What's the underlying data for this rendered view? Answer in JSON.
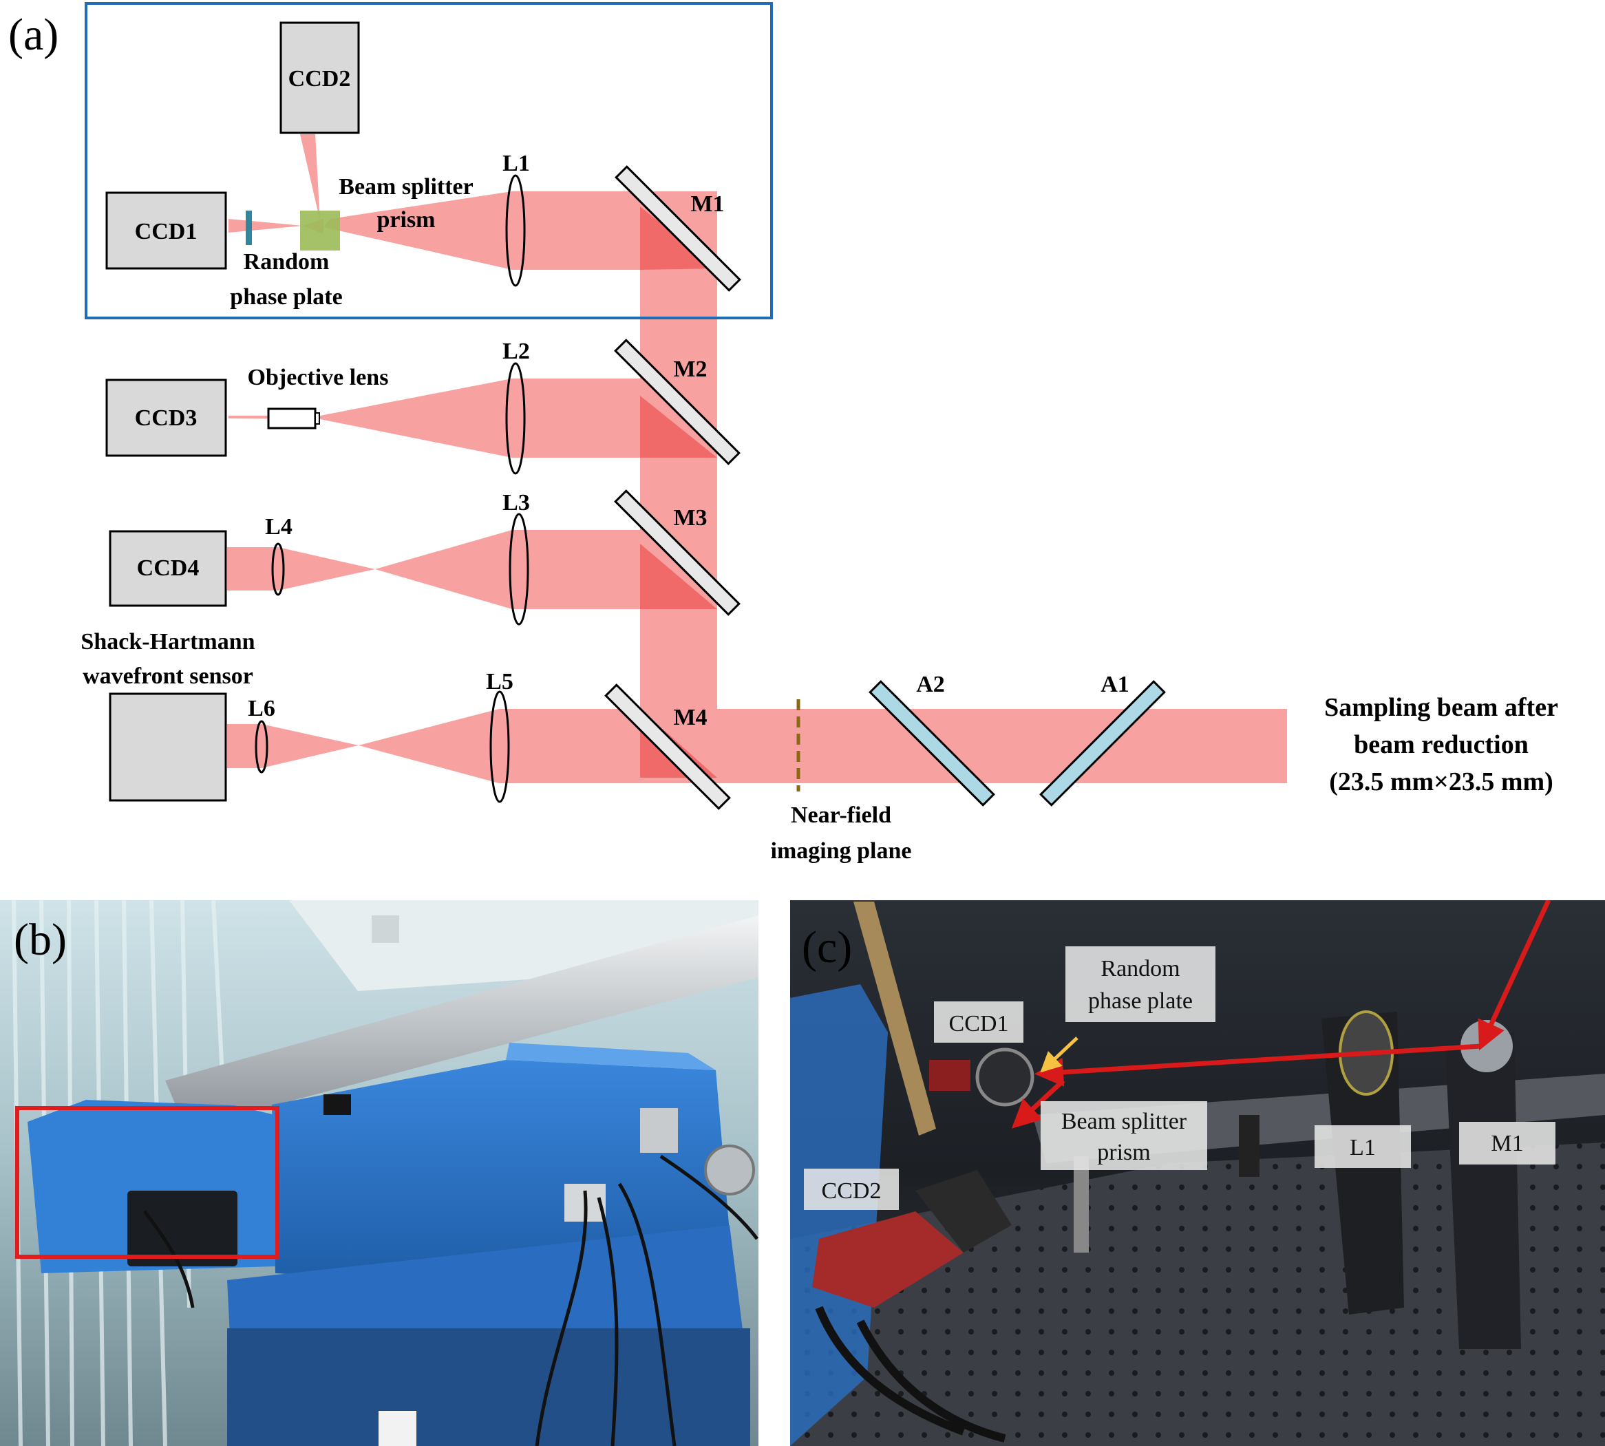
{
  "panel_a": {
    "panel_label": "(a)",
    "devices": {
      "ccd1": "CCD1",
      "ccd2": "CCD2",
      "ccd3": "CCD3",
      "ccd4": "CCD4"
    },
    "labels": {
      "beam_splitter_line1": "Beam splitter",
      "beam_splitter_line2": "prism",
      "random_phase_line1": "Random",
      "random_phase_line2": "phase plate",
      "objective_lens": "Objective lens",
      "shack_line1": "Shack-Hartmann",
      "shack_line2": "wavefront sensor",
      "near_field_line1": "Near-field",
      "near_field_line2": "imaging plane",
      "sampling_line1": "Sampling beam after",
      "sampling_line2": "beam reduction",
      "sampling_line3": "(23.5 mm×23.5 mm)"
    },
    "lenses": {
      "L1": "L1",
      "L2": "L2",
      "L3": "L3",
      "L4": "L4",
      "L5": "L5",
      "L6": "L6"
    },
    "mirrors": {
      "M1": "M1",
      "M2": "M2",
      "M3": "M3",
      "M4": "M4"
    },
    "apertures": {
      "A1": "A1",
      "A2": "A2"
    },
    "colors": {
      "beam": "#f7a1a1",
      "beam_overlap": "#f06a6a",
      "device_fill": "#d9d9d9",
      "frame": "#1f6cb5",
      "aperture_fill": "#add8e6",
      "prism_fill": "#9bbb59",
      "phase_plate": "#31859c",
      "near_field_line": "#8b6914"
    }
  },
  "panel_b": {
    "panel_label": "(b)",
    "colors": {
      "enclosure": "#2f73c8",
      "highlight_box": "#e21c1c"
    }
  },
  "panel_c": {
    "panel_label": "(c)",
    "labels": {
      "random_line1": "Random",
      "random_line2": "phase plate",
      "ccd1": "CCD1",
      "beam_splitter_line1": "Beam splitter",
      "beam_splitter_line2": "prism",
      "ccd2": "CCD2",
      "l1": "L1",
      "m1": "M1"
    },
    "colors": {
      "beam_arrow": "#d91a1a",
      "pointer_arrow": "#f5c242"
    }
  }
}
